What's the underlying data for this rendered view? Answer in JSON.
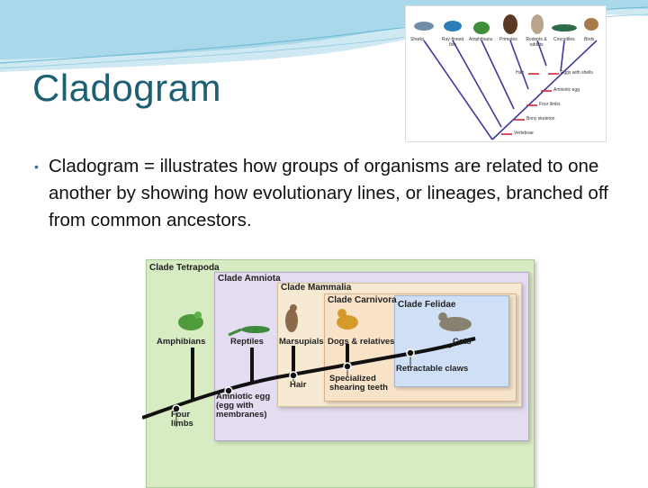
{
  "slide": {
    "title": "Cladogram",
    "bullet": "Cladogram = illustrates how groups of organisms are related to one another by showing how evolutionary lines, or lineages, branched off from common ancestors."
  },
  "top_cladogram": {
    "organisms": [
      "Sharks",
      "Ray-finned fish",
      "Amphibians",
      "Primates",
      "Rodents & rabbits",
      "Crocodiles",
      "Birds"
    ],
    "traits": [
      "Hair",
      "Eggs with shells",
      "Amniotic egg",
      "Four limbs",
      "Bony skeleton",
      "Vertebrae"
    ]
  },
  "main_cladogram": {
    "clades": [
      "Clade Tetrapoda",
      "Clade Amniota",
      "Clade Mammalia",
      "Clade Carnivora",
      "Clade Felidae"
    ],
    "organisms": [
      "Amphibians",
      "Reptiles",
      "Marsupials",
      "Dogs & relatives",
      "Cats"
    ],
    "traits": [
      "Four limbs",
      "Amniotic egg (egg with membranes)",
      "Hair",
      "Specialized shearing teeth",
      "Retractable claws"
    ],
    "trait_lines": {
      "four_limbs": [
        "Four",
        "limbs"
      ],
      "amniotic": [
        "Amniotic egg",
        "(egg with",
        "membranes)"
      ],
      "hair": [
        "Hair"
      ],
      "teeth": [
        "Specialized",
        "shearing teeth"
      ],
      "claws": [
        "Retractable claws"
      ]
    },
    "colors": {
      "tetrapoda": "#d8ecc4",
      "amniota": "#e4dcf0",
      "mammalia": "#f7ead2",
      "carnivora": "#f8e2c8",
      "felidae": "#cfe0f6"
    }
  }
}
